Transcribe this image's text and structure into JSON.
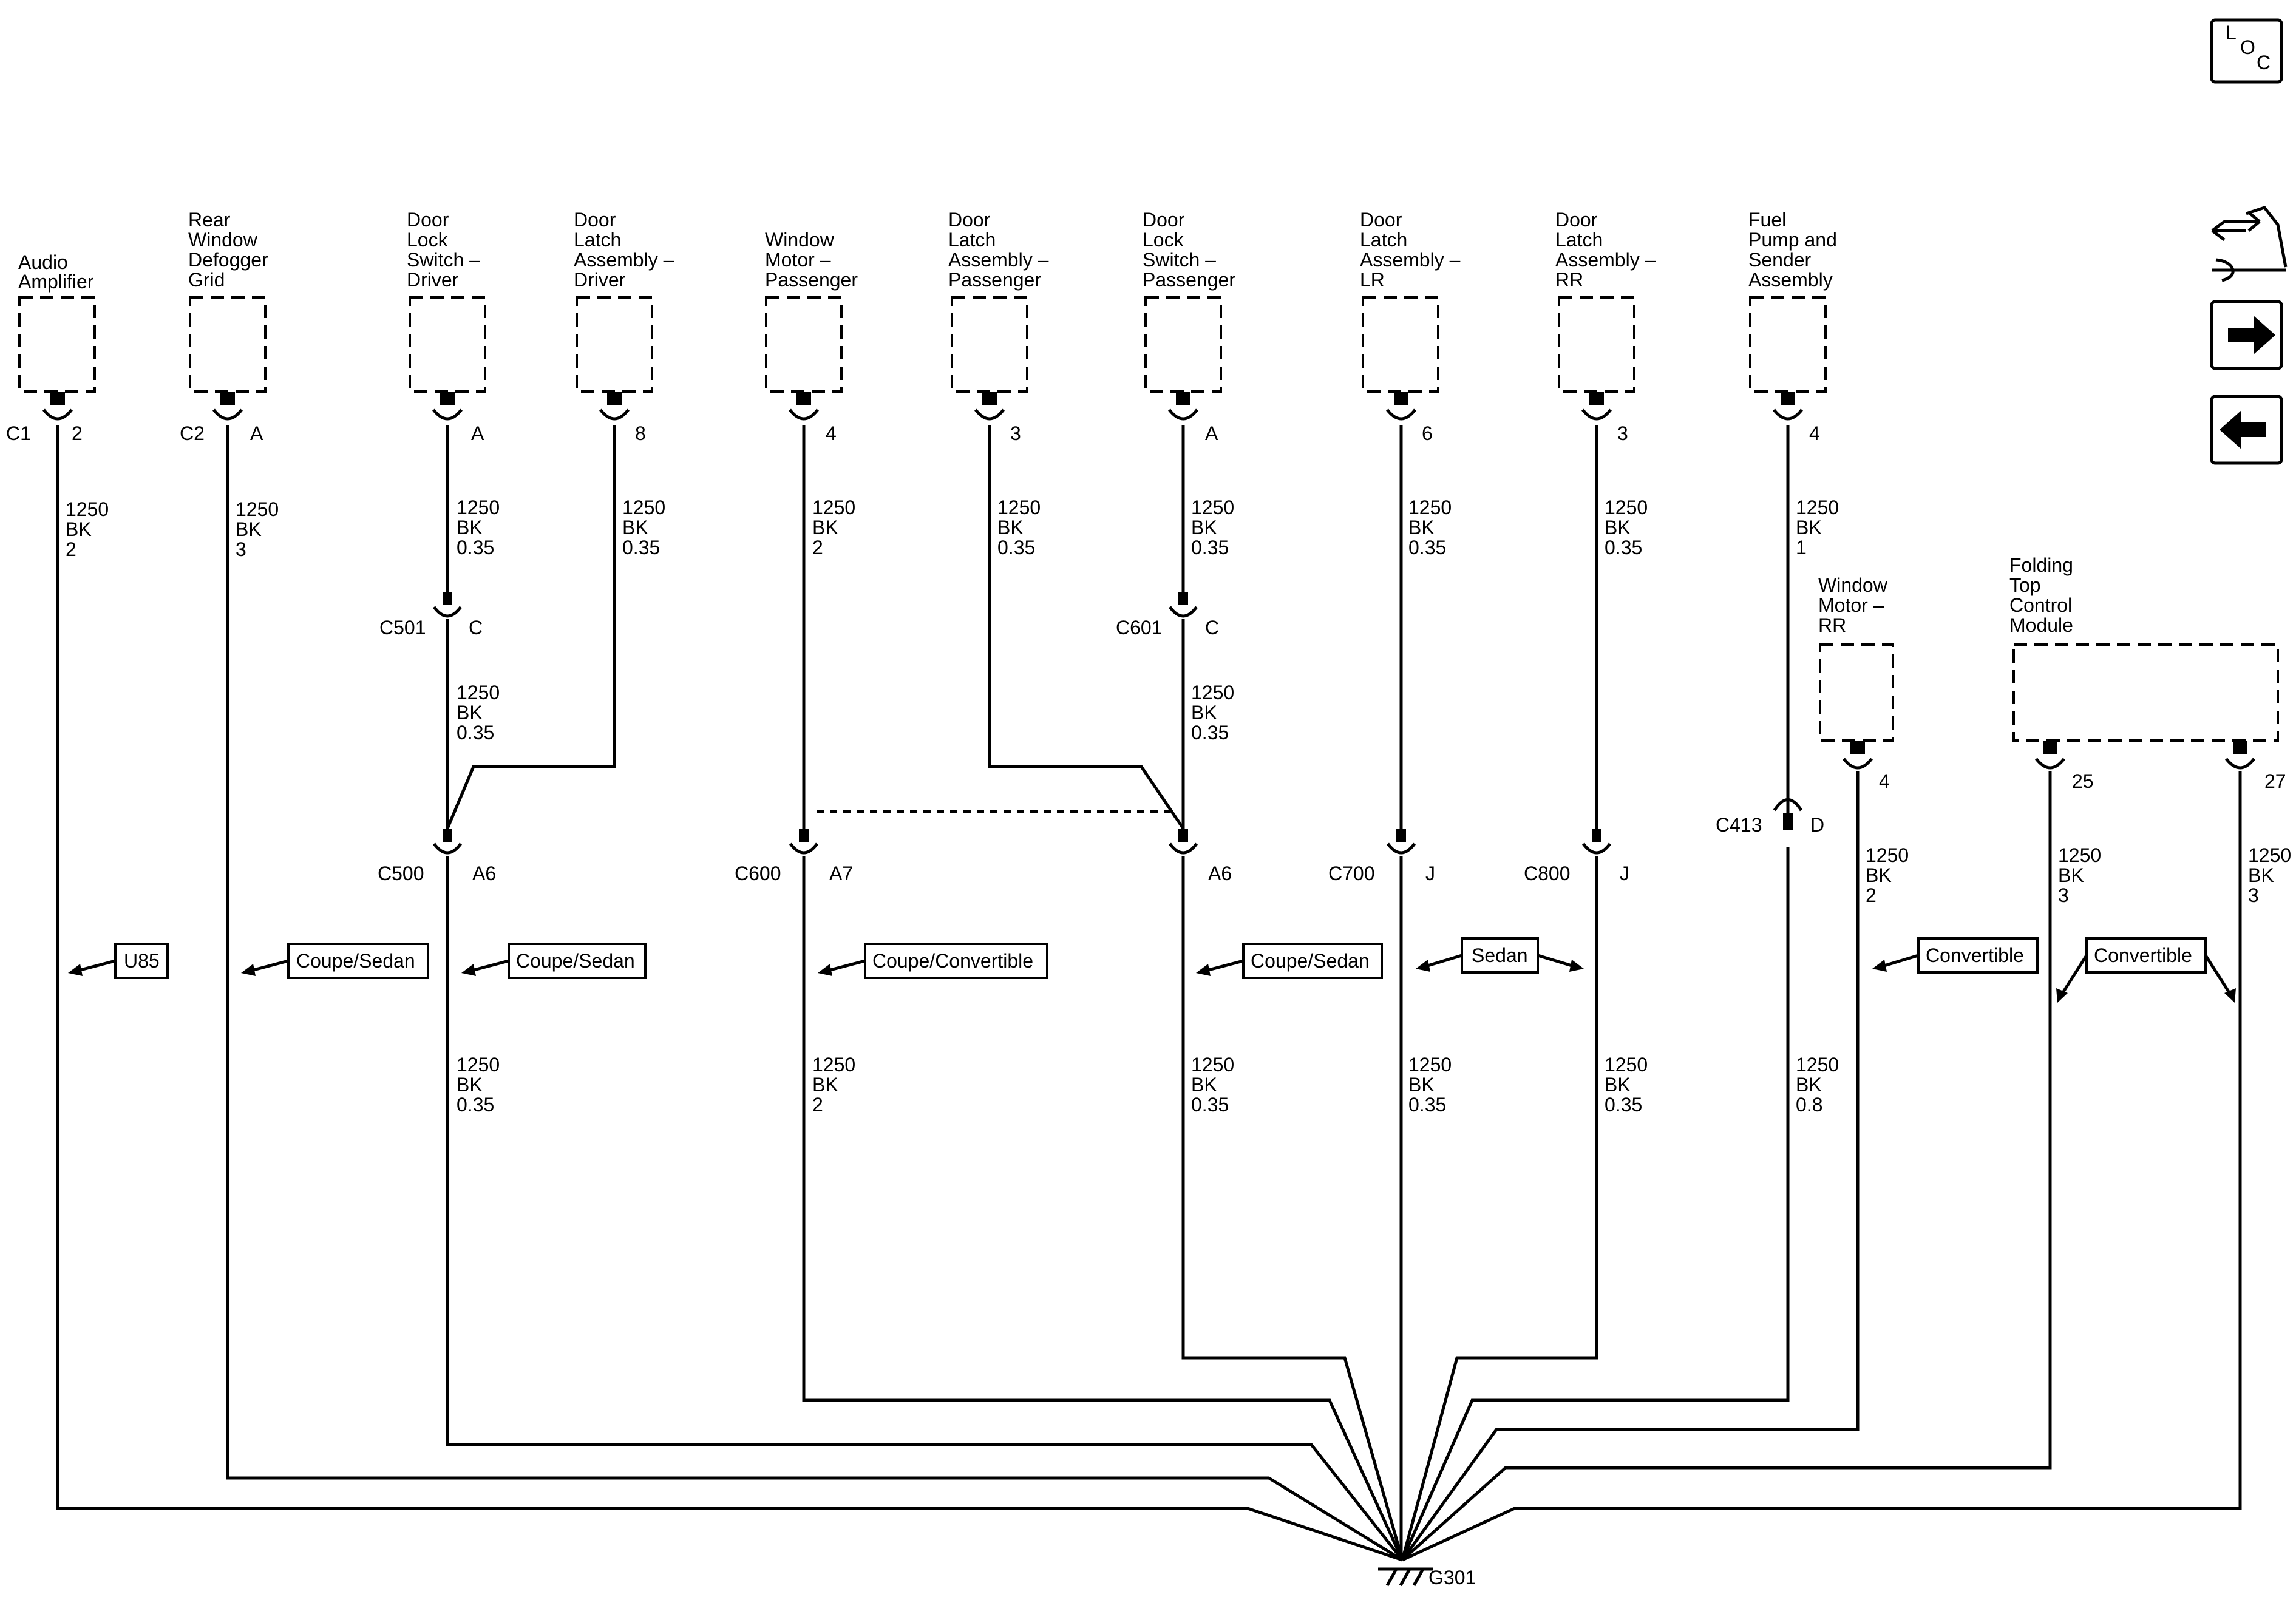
{
  "nav": {
    "loc": [
      "L",
      "O",
      "C"
    ],
    "icons": [
      "connector-view-icon",
      "next-arrow-icon",
      "previous-arrow-icon"
    ]
  },
  "components": [
    {
      "id": "audio",
      "lines": [
        "Audio",
        "Amplifier"
      ],
      "connector": "C1",
      "pin": "2"
    },
    {
      "id": "defog",
      "lines": [
        "Rear",
        "Window",
        "Defogger",
        "Grid"
      ],
      "connector": "C2",
      "pin": "A"
    },
    {
      "id": "dls_drv",
      "lines": [
        "Door",
        "Lock",
        "Switch –",
        "Driver"
      ],
      "connector": "",
      "pin": "A"
    },
    {
      "id": "dla_drv",
      "lines": [
        "Door",
        "Latch",
        "Assembly –",
        "Driver"
      ],
      "connector": "",
      "pin": "8"
    },
    {
      "id": "wm_pass",
      "lines": [
        "Window",
        "Motor –",
        "Passenger"
      ],
      "connector": "",
      "pin": "4"
    },
    {
      "id": "dla_pass",
      "lines": [
        "Door",
        "Latch",
        "Assembly –",
        "Passenger"
      ],
      "connector": "",
      "pin": "3"
    },
    {
      "id": "dls_pass",
      "lines": [
        "Door",
        "Lock",
        "Switch –",
        "Passenger"
      ],
      "connector": "",
      "pin": "A"
    },
    {
      "id": "dla_lr",
      "lines": [
        "Door",
        "Latch",
        "Assembly –",
        "LR"
      ],
      "connector": "",
      "pin": "6"
    },
    {
      "id": "dla_rr",
      "lines": [
        "Door",
        "Latch",
        "Assembly –",
        "RR"
      ],
      "connector": "",
      "pin": "3"
    },
    {
      "id": "fuel",
      "lines": [
        "Fuel",
        "Pump and",
        "Sender",
        "Assembly"
      ],
      "connector": "",
      "pin": "4"
    },
    {
      "id": "wm_rr",
      "lines": [
        "Window",
        "Motor –",
        "RR"
      ],
      "connector": "",
      "pin": "4"
    },
    {
      "id": "ftcm",
      "lines": [
        "Folding",
        "Top",
        "Control",
        "Module"
      ],
      "pins": [
        "25",
        "27"
      ]
    }
  ],
  "wires": {
    "audio": [
      "1250",
      "BK",
      "2"
    ],
    "defog": [
      "1250",
      "BK",
      "3"
    ],
    "dls_drv_top": [
      "1250",
      "BK",
      "0.35"
    ],
    "dls_drv_mid": [
      "1250",
      "BK",
      "0.35"
    ],
    "dla_drv": [
      "1250",
      "BK",
      "0.35"
    ],
    "wm_pass_top": [
      "1250",
      "BK",
      "2"
    ],
    "dla_pass": [
      "1250",
      "BK",
      "0.35"
    ],
    "dls_pass_top": [
      "1250",
      "BK",
      "0.35"
    ],
    "dls_pass_mid": [
      "1250",
      "BK",
      "0.35"
    ],
    "dla_lr_top": [
      "1250",
      "BK",
      "0.35"
    ],
    "dla_rr_top": [
      "1250",
      "BK",
      "0.35"
    ],
    "fuel_top": [
      "1250",
      "BK",
      "1"
    ],
    "wm_rr": [
      "1250",
      "BK",
      "2"
    ],
    "ftcm_25": [
      "1250",
      "BK",
      "3"
    ],
    "ftcm_27": [
      "1250",
      "BK",
      "3"
    ],
    "c500_low": [
      "1250",
      "BK",
      "0.35"
    ],
    "c600_low": [
      "1250",
      "BK",
      "2"
    ],
    "c600b_low": [
      "1250",
      "BK",
      "0.35"
    ],
    "c700_low": [
      "1250",
      "BK",
      "0.35"
    ],
    "c800_low": [
      "1250",
      "BK",
      "0.35"
    ],
    "c413_low": [
      "1250",
      "BK",
      "0.8"
    ]
  },
  "inline_connectors": {
    "c501": {
      "name": "C501",
      "pin": "C"
    },
    "c601": {
      "name": "C601",
      "pin": "C"
    },
    "c500": {
      "name": "C500",
      "pin": "A6"
    },
    "c600": {
      "name": "C600",
      "pin": "A7"
    },
    "c600b": {
      "name": "",
      "pin": "A6"
    },
    "c700": {
      "name": "C700",
      "pin": "J"
    },
    "c800": {
      "name": "C800",
      "pin": "J"
    },
    "c413": {
      "name": "C413",
      "pin": "D"
    }
  },
  "option_tags": {
    "u85": "U85",
    "coupe_sedan_1": "Coupe/Sedan",
    "coupe_sedan_2": "Coupe/Sedan",
    "coupe_convertible": "Coupe/Convertible",
    "coupe_sedan_3": "Coupe/Sedan",
    "sedan": "Sedan",
    "convertible_1": "Convertible",
    "convertible_2": "Convertible"
  },
  "ground": {
    "name": "G301"
  }
}
